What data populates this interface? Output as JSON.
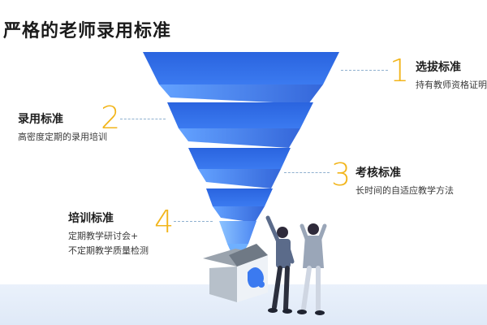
{
  "title": "严格的老师录用标准",
  "steps": [
    {
      "number": "1",
      "title": "选拔标准",
      "desc": [
        "持有教师资格证明"
      ]
    },
    {
      "number": "2",
      "title": "录用标准",
      "desc": [
        "高密度定期的录用培训"
      ]
    },
    {
      "number": "3",
      "title": "考核标准",
      "desc": [
        "长时间的自适应教学方法"
      ]
    },
    {
      "number": "4",
      "title": "培训标准",
      "desc": [
        "定期教学研讨会+",
        "不定期教学质量检测"
      ]
    }
  ],
  "colors": {
    "funnel_top": "#2f6fe6",
    "funnel_bottom": "#5aa7ff",
    "number": "#f2b51b",
    "dash": "#8fb0cf"
  }
}
